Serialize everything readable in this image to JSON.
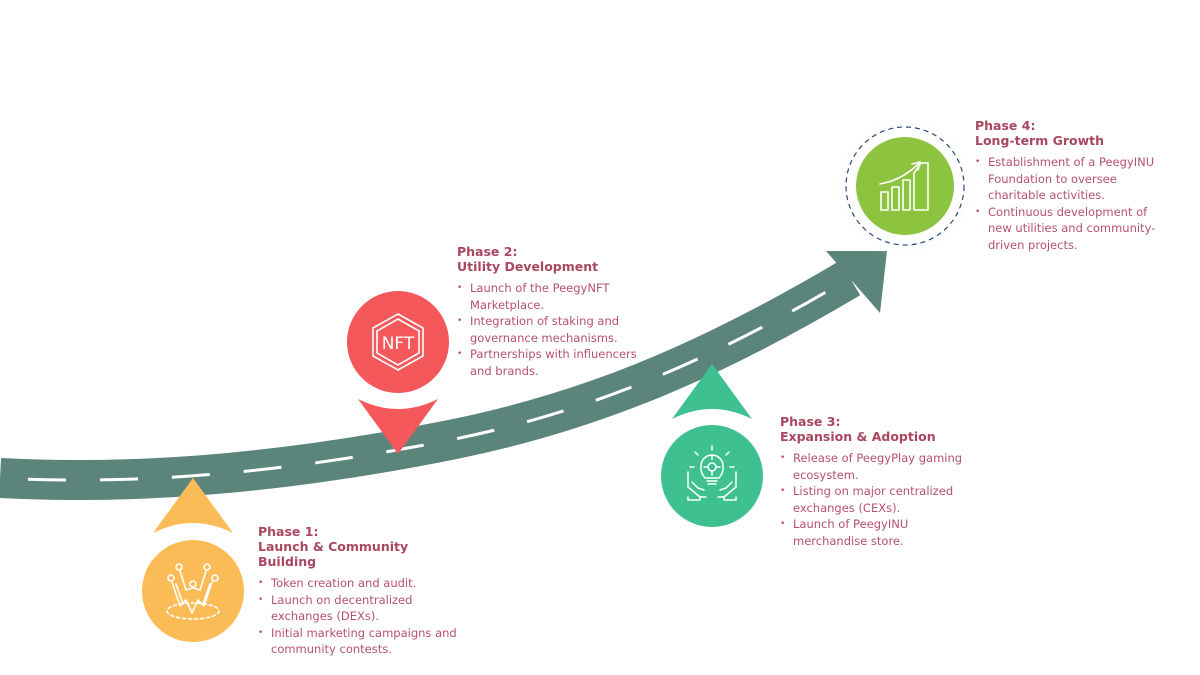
{
  "colors": {
    "road": "#5B857B",
    "road_dash": "#FFFFFF",
    "phase1": "#FBBB56",
    "phase2": "#F4585A",
    "phase3": "#3EC091",
    "phase4": "#8DC43F",
    "title_text": "#A8475F",
    "body_text": "#B5526C",
    "ring_dash": "#2D4A7A"
  },
  "phases": [
    {
      "label": "Phase 1:",
      "name": "Launch & Community Building",
      "name_lines": [
        "Launch & Community",
        "Building"
      ],
      "icon": "community-people-icon",
      "items": [
        "Token creation and audit.",
        "Launch on decentralized exchanges (DEXs).",
        "Initial marketing campaigns and community contests."
      ]
    },
    {
      "label": "Phase 2:",
      "name": "Utility Development",
      "name_lines": [
        "Utility Development"
      ],
      "icon": "nft-hexagon-icon",
      "icon_text": "NFT",
      "items": [
        "Launch of the PeegyNFT Marketplace.",
        "Integration of staking and governance mechanisms.",
        "Partnerships with influencers and brands."
      ]
    },
    {
      "label": "Phase 3:",
      "name": "Expansion & Adoption",
      "name_lines": [
        "Expansion & Adoption"
      ],
      "icon": "hands-lightbulb-icon",
      "items": [
        "Release of PeegyPlay gaming ecosystem.",
        "Listing on major centralized exchanges (CEXs).",
        "Launch of PeegyINU merchandise store."
      ]
    },
    {
      "label": "Phase 4:",
      "name": "Long-term Growth",
      "name_lines": [
        "Long-term Growth"
      ],
      "icon": "growth-chart-icon",
      "items": [
        "Establishment of a PeegyINU Foundation to oversee charitable activities.",
        "Continuous development of new utilities and community-driven projects."
      ]
    }
  ]
}
